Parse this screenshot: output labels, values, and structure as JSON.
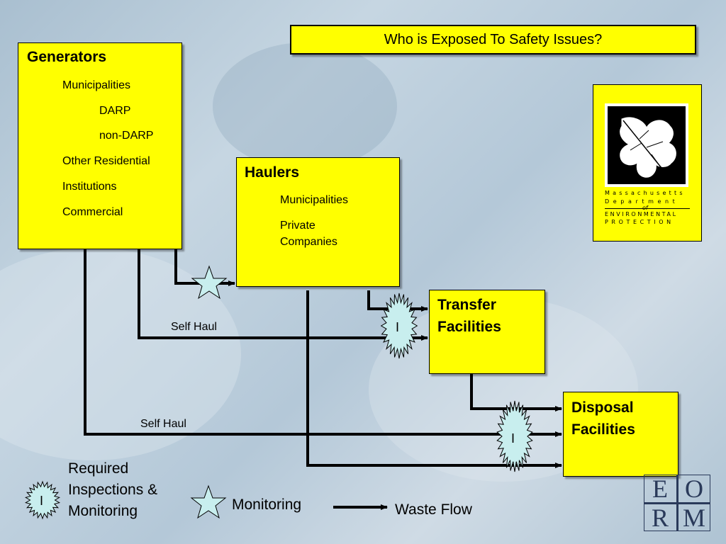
{
  "title": "Who is Exposed To Safety Issues?",
  "generators": {
    "heading": "Generators",
    "items": [
      "Municipalities",
      "DARP",
      "non-DARP",
      "Other Residential",
      "Institutions",
      "Commercial"
    ]
  },
  "haulers": {
    "heading": "Haulers",
    "items": [
      "Municipalities",
      "Private",
      "Companies"
    ]
  },
  "transfer": {
    "heading_line1": "Transfer",
    "heading_line2": "Facilities"
  },
  "disposal": {
    "heading_line1": "Disposal",
    "heading_line2": "Facilities"
  },
  "flow_labels": {
    "self_haul_1": "Self Haul",
    "self_haul_2": "Self Haul"
  },
  "inspection_marker": "I",
  "legend": {
    "inspection_line1": "Required",
    "inspection_line2": "Inspections &",
    "inspection_line3": "Monitoring",
    "inspection_marker": "I",
    "monitoring": "Monitoring",
    "waste_flow": "Waste Flow"
  },
  "logo": {
    "line1": "Massachusetts",
    "line2": "Department",
    "line3": "of",
    "line4": "ENVIRONMENTAL",
    "line5": "PROTECTION"
  },
  "eorm": {
    "e": "E",
    "o": "O",
    "r": "R",
    "m": "M"
  },
  "colors": {
    "box_fill": "#ffff00",
    "starburst_fill": "#c8eeee",
    "star_fill": "#c8eeee",
    "line": "#000000"
  }
}
